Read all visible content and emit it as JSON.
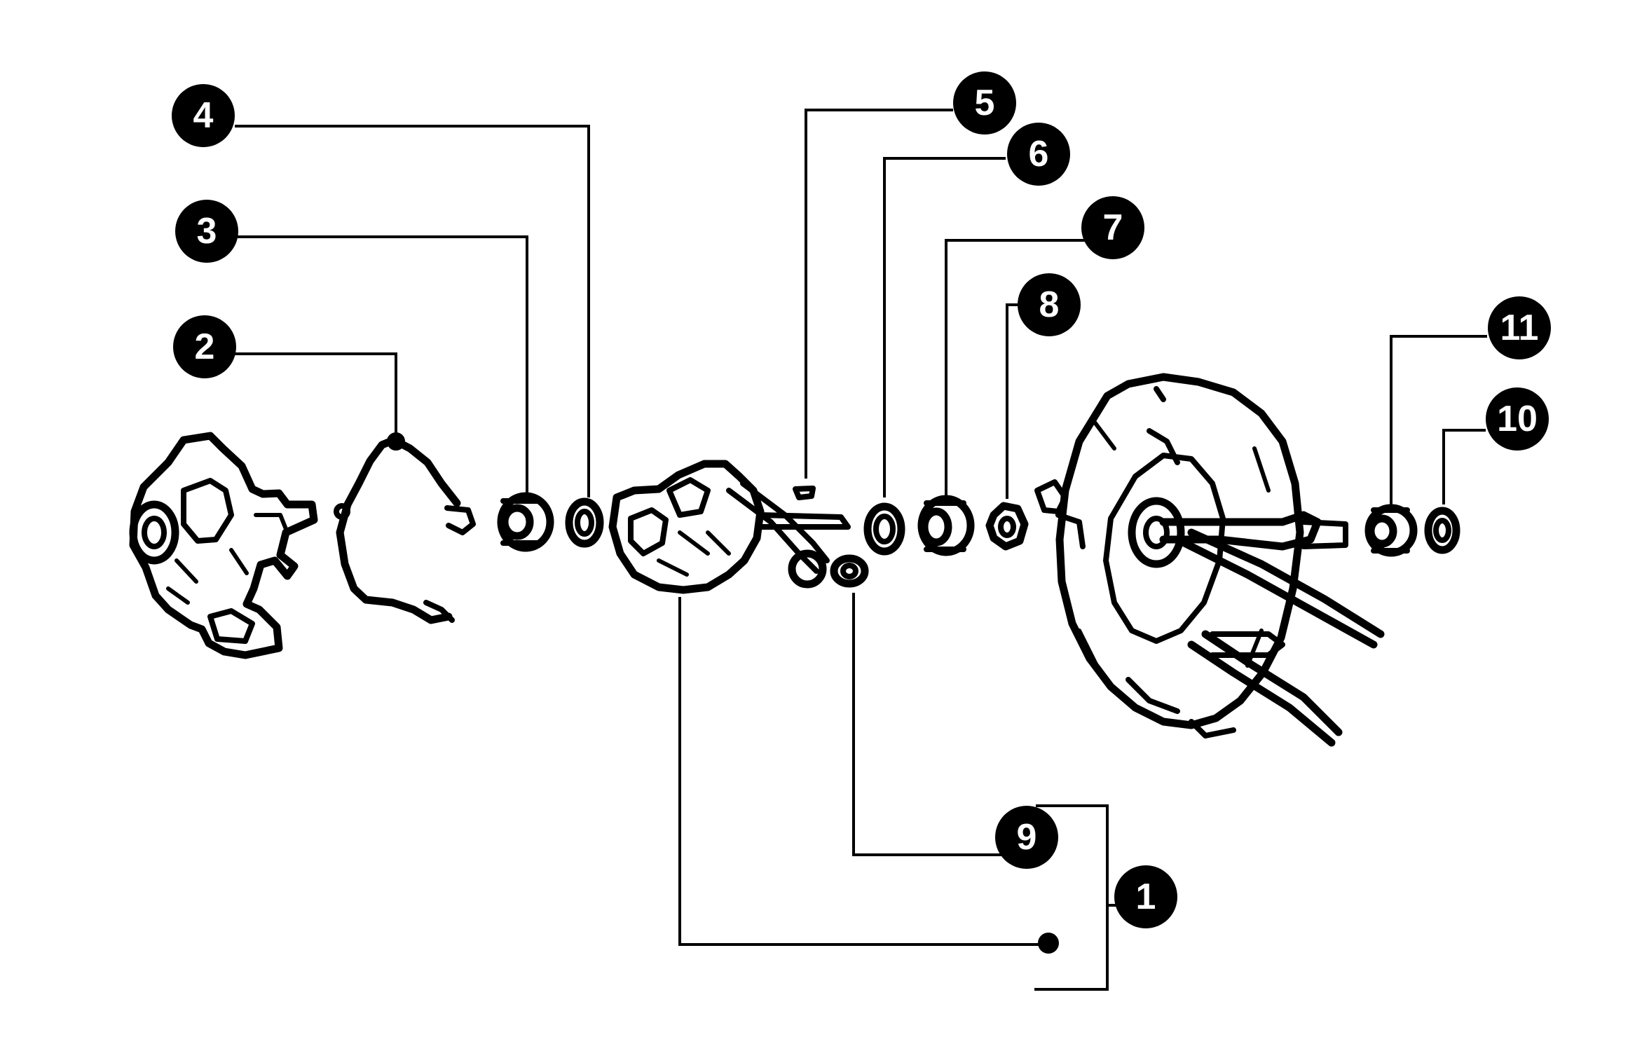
{
  "diagram": {
    "callouts": [
      {
        "id": "4",
        "label": "4"
      },
      {
        "id": "3",
        "label": "3"
      },
      {
        "id": "2",
        "label": "2"
      },
      {
        "id": "5",
        "label": "5"
      },
      {
        "id": "6",
        "label": "6"
      },
      {
        "id": "7",
        "label": "7"
      },
      {
        "id": "8",
        "label": "8"
      },
      {
        "id": "11",
        "label": "11"
      },
      {
        "id": "10",
        "label": "10"
      },
      {
        "id": "9",
        "label": "9"
      },
      {
        "id": "1",
        "label": "1"
      }
    ],
    "colors": {
      "ink": "#000000",
      "paper": "#ffffff"
    }
  }
}
